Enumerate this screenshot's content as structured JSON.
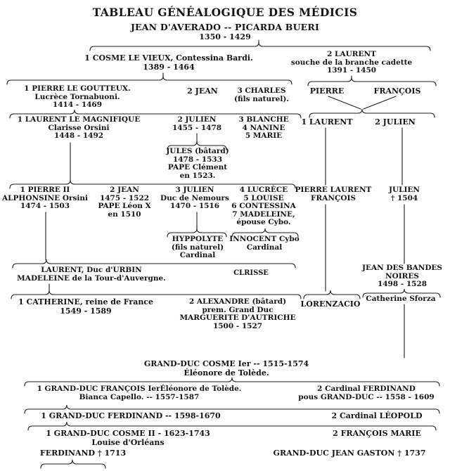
{
  "page": {
    "title": "TABLEAU GÉNÉALOGIQUE DES MÉDICIS",
    "subtitle": "JEAN D'AVERADO -- PICARDA BUERI",
    "subtitle_dates": "1350 - 1429"
  },
  "nodes": {
    "cosme": "1 COSME LE VIEUX, Contessina Bardi.\n1389 - 1464",
    "laurent_cadet": "2 LAURENT\nsouche de la branche cadette\n1391 - 1450",
    "pierre_goutteux": "1 PIERRE LE GOUTTEUX.\nLucrèce Tornabuoni.\n1414 - 1469",
    "jean_2": "2 JEAN",
    "charles_3": "3 CHARLES\n(fils naturel).",
    "pierre_b": "PIERRE",
    "francois_b": "FRANÇOIS",
    "laurent_magnifique": "1 LAURENT LE MAGNIFIQUE\nClarisse Orsini\n1448 - 1492",
    "julien_2": "2 JULIEN\n1455 - 1478",
    "blanche_group": "3 BLANCHE\n4 NANINE\n5 MARIE",
    "laurent_1b": "1 LAURENT",
    "julien_2b": "2 JULIEN",
    "jules": "JULES (bâtard)\n1478 - 1533\nPAPE Clément\nen 1523.",
    "pierre_ii": "1 PIERRE II\nALPHONSINE Orsini\n1474 - 1503",
    "jean_leon": "2 JEAN\n1475 - 1522\nPAPE Léon X\nen 1510",
    "julien_nemours": "3 JULIEN\nDuc de Nemours\n1470 - 1516",
    "filles": "4 LUCRÈCE\n5 LOUISE\n6 CONTESSINA\n7 MADELEINE,\népouse Cybo.",
    "pierre_laurent_b": "PIERRE LAURENT\nFRANÇOIS",
    "julien_1504": "JULIEN\n† 1504",
    "hyppolyte": "HYPPOLYTE\n(fils naturel)\nCardinal",
    "innocent": "INNOCENT Cybo\nCardinal",
    "laurent_urbin": "LAURENT, Duc d'URBIN\nMADELEINE de la Tour-d'Auvergne.",
    "clrisse": "CLRISSE",
    "jean_bandes": "JEAN DES BANDES\nNOIRES\n1498 - 1528",
    "catherine_france": "1 CATHERINE, reine de France\n1549 - 1589",
    "alexandre": "2 ALEXANDRE (bâtard)\nprem. Grand Duc\nMARGUERITE D'AUTRICHE\n1500 - 1527",
    "lorenzacio": "LORENZACIO",
    "catherine_sforza": "Catherine Sforza",
    "cosme_i": "GRAND-DUC COSME Ier -- 1515-1574\nÉléonore de Tolède.",
    "francois_ier": "1 GRAND-DUC FRANÇOIS IerÉléonore de Tolède.\nBianca Capello. -- 1557-1587",
    "ferdinand_cardinal": "2 Cardinal FERDINAND\npous GRAND-DUC -- 1558 - 1609",
    "ferdinand_i": "1 GRAND-DUC FERDINAND -- 1598-1670",
    "leopold": "2 Cardinal LÉOPOLD",
    "cosme_ii": "1 GRAND-DUC COSME II - 1623-1743\nLouise d'Orléans",
    "francois_marie": "2 FRANÇOIS MARIE",
    "ferdinand_1713": "FERDINAND † 1713",
    "jean_gaston": "GRAND-DUC JEAN GASTON † 1737"
  }
}
